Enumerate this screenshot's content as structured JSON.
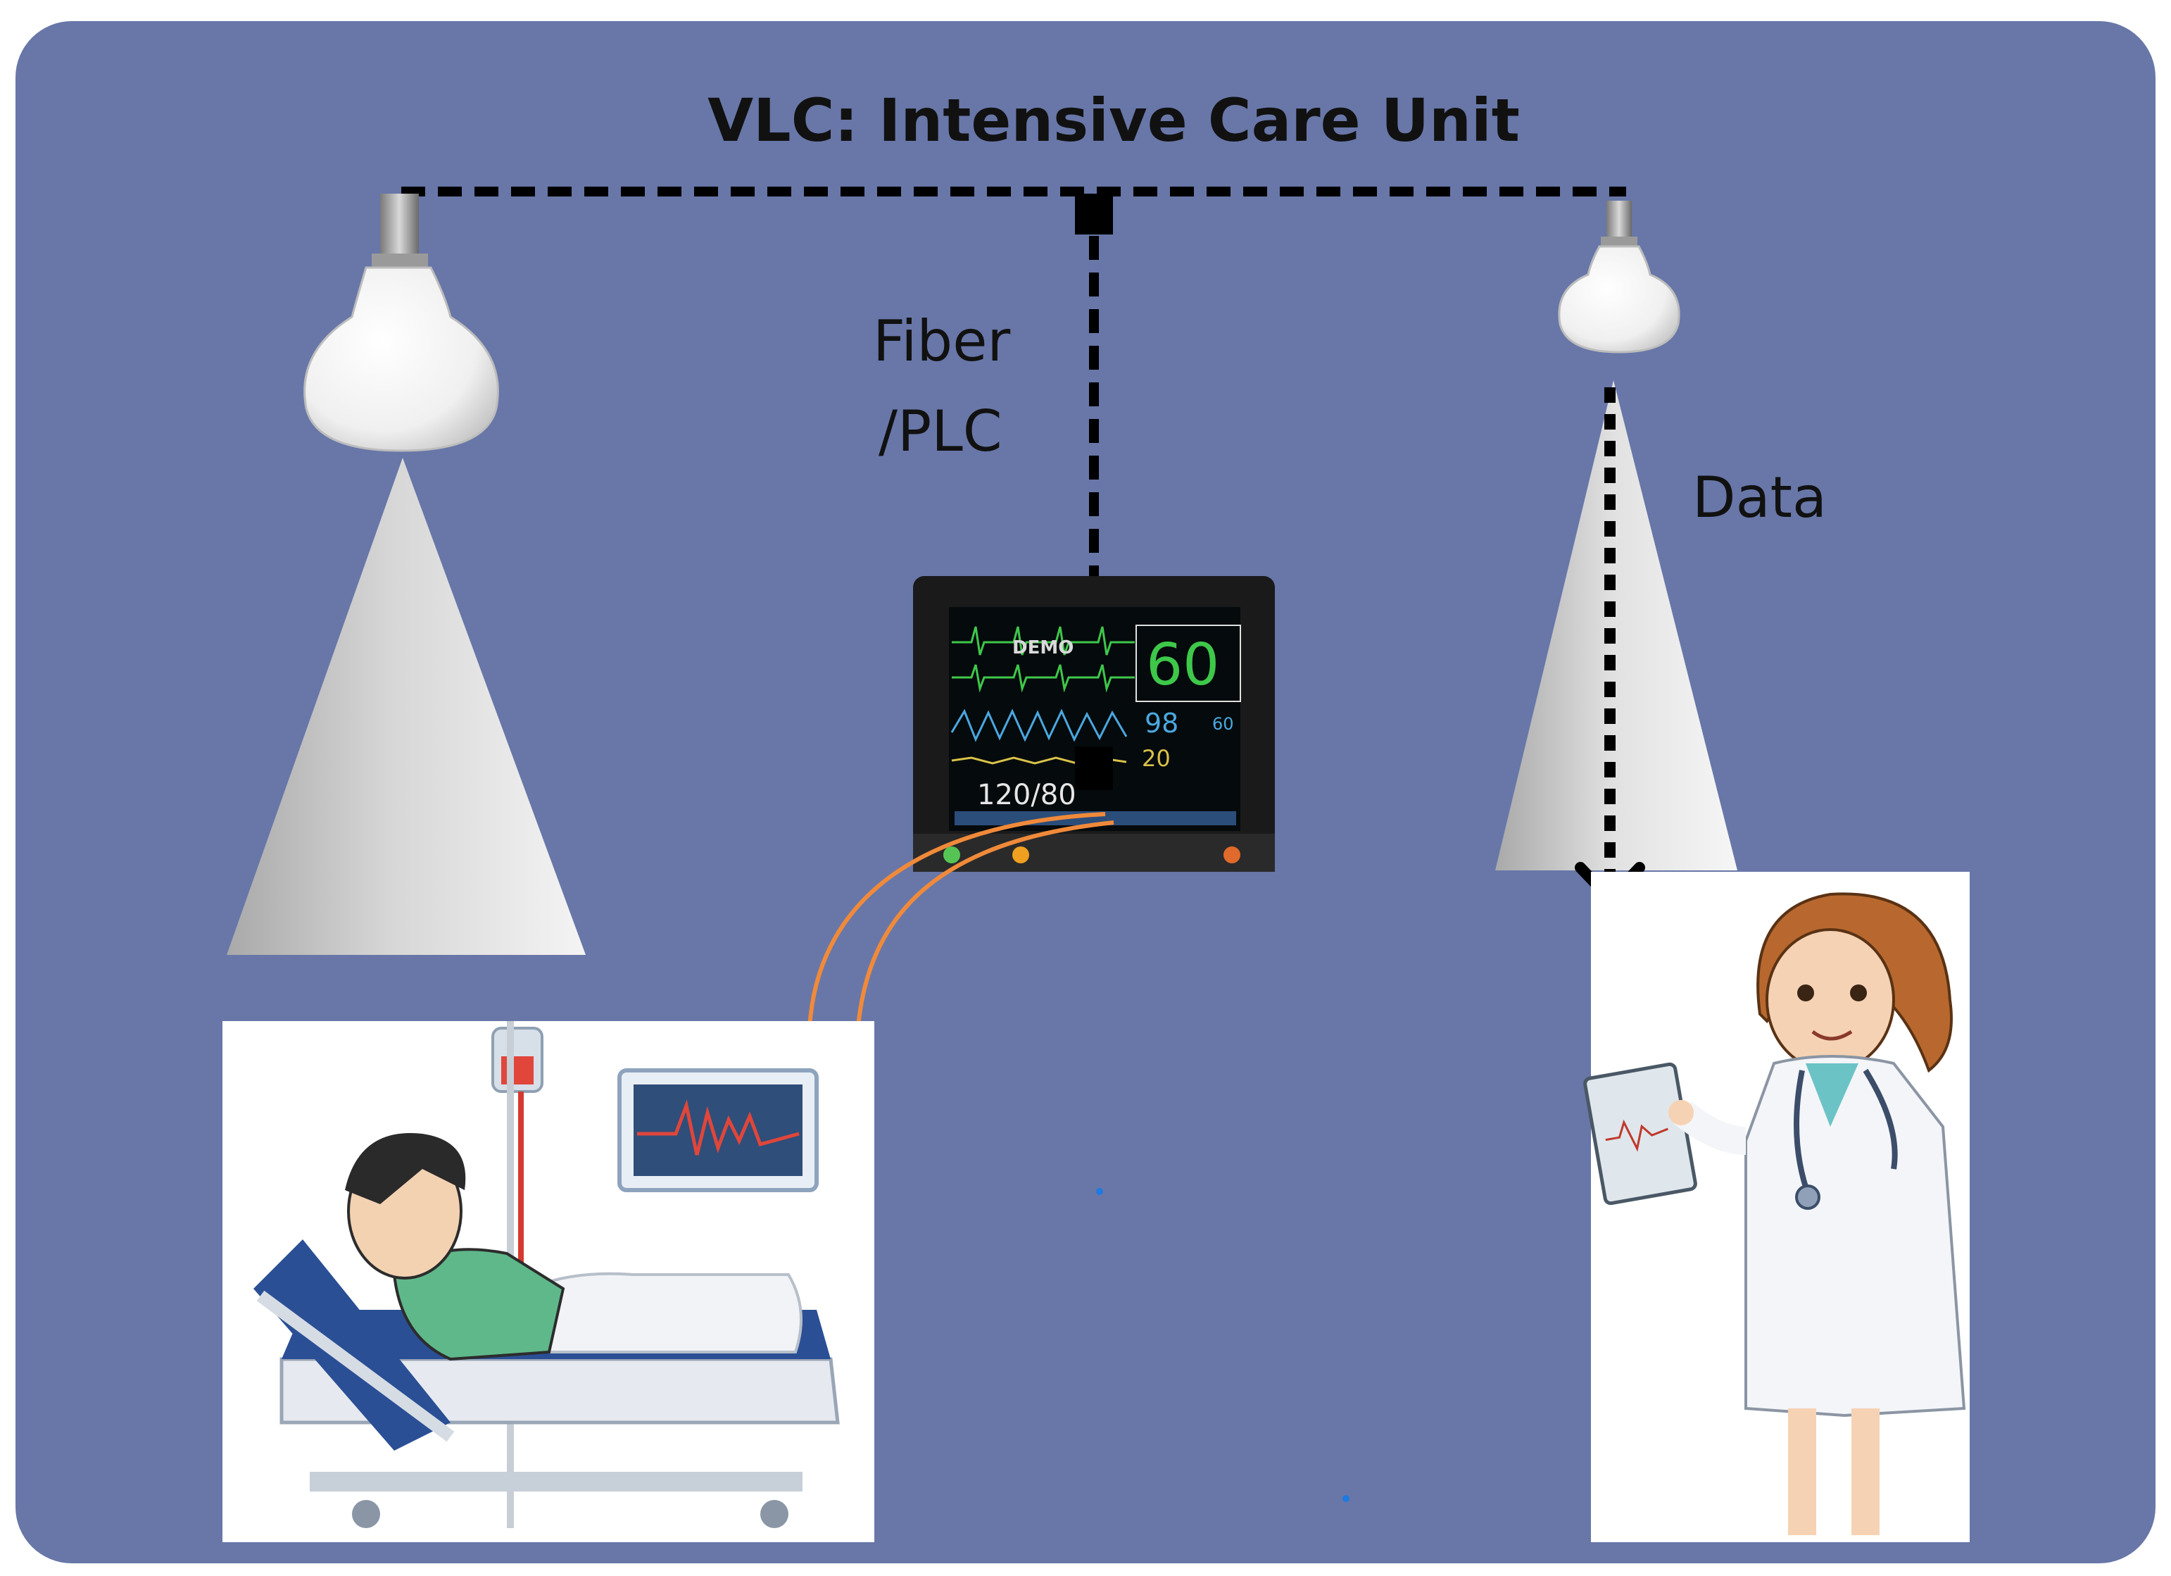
{
  "title": "VLC: Intensive Care Unit",
  "link_label_line1": "Fiber",
  "link_label_line2": "/PLC",
  "data_label": "Data",
  "monitor": {
    "watermark": "DEMO",
    "heart_rate": "60",
    "spo2": "98",
    "pulse": "60",
    "resp": "20",
    "blood_pressure": "120/80"
  },
  "colors": {
    "background": "#6877a8",
    "dashes": "#000000",
    "cable": "#f08a3a",
    "light_cone": "#d0d0d0"
  }
}
